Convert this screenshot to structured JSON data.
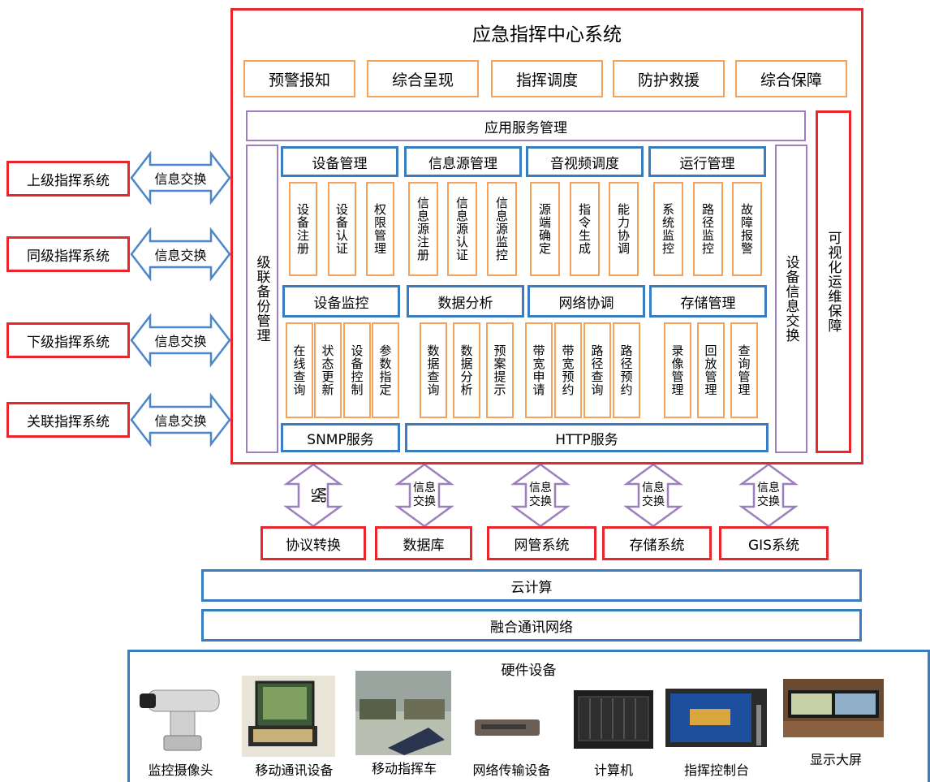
{
  "main": {
    "title": "应急指挥中心系统",
    "top_modules": [
      "预警报知",
      "综合呈现",
      "指挥调度",
      "防护救援",
      "综合保障"
    ],
    "app_service": "应用服务管理",
    "left_vertical": "级联备份管理",
    "right_vertical_inner": "设备信息交换",
    "right_vertical_outer": "可视化运维保障",
    "groups_row1": [
      {
        "title": "设备管理",
        "items": [
          "设备注册",
          "设备认证",
          "权限管理"
        ]
      },
      {
        "title": "信息源管理",
        "items": [
          "信息源注册",
          "信息源认证",
          "信息源监控"
        ]
      },
      {
        "title": "音视频调度",
        "items": [
          "源端确定",
          "指令生成",
          "能力协调"
        ]
      },
      {
        "title": "运行管理",
        "items": [
          "系统监控",
          "路径监控",
          "故障报警"
        ]
      }
    ],
    "groups_row2": [
      {
        "title": "设备监控",
        "items": [
          "在线查询",
          "状态更新",
          "设备控制",
          "参数指定"
        ]
      },
      {
        "title": "数据分析",
        "items": [
          "数据查询",
          "数据分析",
          "预案提示"
        ]
      },
      {
        "title": "网络协调",
        "items": [
          "带宽申请",
          "带宽预约",
          "路径查询",
          "路径预约"
        ]
      },
      {
        "title": "存储管理",
        "items": [
          "录像管理",
          "回放管理",
          "查询管理"
        ]
      }
    ],
    "snmp_service": "SNMP服务",
    "http_service": "HTTP服务"
  },
  "external_systems": [
    {
      "name": "上级指挥系统",
      "exchange": "信息交换"
    },
    {
      "name": "同级指挥系统",
      "exchange": "信息交换"
    },
    {
      "name": "下级指挥系统",
      "exchange": "信息交换"
    },
    {
      "name": "关联指挥系统",
      "exchange": "信息交换"
    }
  ],
  "bottom_arrows": [
    {
      "label_top": "SN",
      "label_bottom": "MP",
      "rotated": true
    },
    {
      "label_top": "信息",
      "label_bottom": "交换",
      "rotated": false
    },
    {
      "label_top": "信息",
      "label_bottom": "交换",
      "rotated": false
    },
    {
      "label_top": "信息",
      "label_bottom": "交换",
      "rotated": false
    },
    {
      "label_top": "信息",
      "label_bottom": "交换",
      "rotated": false
    }
  ],
  "bottom_systems": [
    "协议转换",
    "数据库",
    "网管系统",
    "存储系统",
    "GIS系统"
  ],
  "layers": {
    "cloud": "云计算",
    "network": "融合通讯网络"
  },
  "hardware": {
    "title": "硬件设备",
    "items": [
      "监控摄像头",
      "移动通讯设备",
      "移动指挥车",
      "网络传输设备",
      "计算机",
      "指挥控制台",
      "显示大屏"
    ]
  },
  "colors": {
    "red": "#e8262b",
    "orange": "#f5a35c",
    "purple": "#9b7fbf",
    "blue": "#3a7cc0",
    "arrow_blue": "#4a86c8",
    "arrow_purple": "#9b7fbf"
  }
}
